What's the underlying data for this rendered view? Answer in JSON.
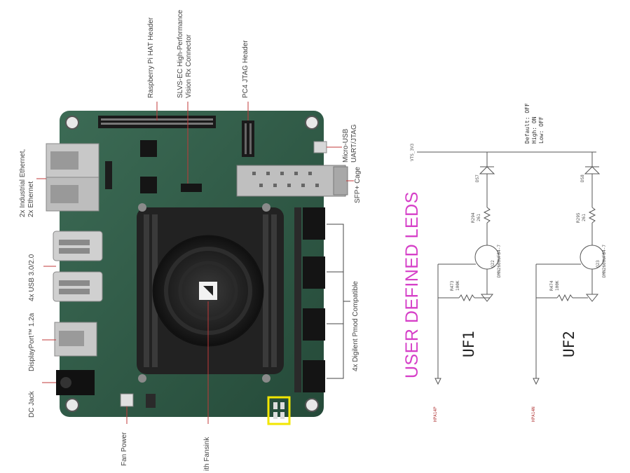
{
  "board": {
    "labels": {
      "rpi_hat": "Raspberry Pi HAT Header",
      "slvs_1": "SLVS-EC High-Performance",
      "slvs_2": "Vision Rx Connector",
      "pc4": "PC4 JTAG Header",
      "usb_uart_1": "Micro-USB",
      "usb_uart_2": "UART/JTAG",
      "sfp": "SFP+ Cage",
      "pmod": "4x Digilent Pmod Compatible",
      "ethernet_1": "2x Industrial Ethernet,",
      "ethernet_2": "2x Ethernet",
      "usb3": "4x USB 3.0/2.0",
      "displayport": "DisplayPort™ 1.2a",
      "dcjack": "DC Jack",
      "fanpower": "Fan Power",
      "fansink": "ith Fansink"
    },
    "colors": {
      "pcb": "#2e5a45",
      "heatsink": "#202020",
      "highlight": "#f2e600",
      "leader": "#c23a3a"
    }
  },
  "schematic": {
    "title": "USER DEFINED LEDS",
    "title_color": "#d640c8",
    "rail": "VTS_3V3",
    "defaults": [
      "Default: OFF",
      "High: ON",
      "Low: OFF"
    ],
    "channels": [
      {
        "name": "UF1",
        "diode": "DS7",
        "resistor": "R294",
        "resistor_val": "261",
        "fet": "Q22",
        "fet_part": "DMN2600UFB4-7",
        "pulldown": "R473",
        "pulldown_val": "100K",
        "net": "HPA14P"
      },
      {
        "name": "UF2",
        "diode": "DS8",
        "resistor": "R295",
        "resistor_val": "261",
        "fet": "Q23",
        "fet_part": "DMN2600UFB4-7",
        "pulldown": "R474",
        "pulldown_val": "100K",
        "net": "HPA14N"
      }
    ]
  }
}
